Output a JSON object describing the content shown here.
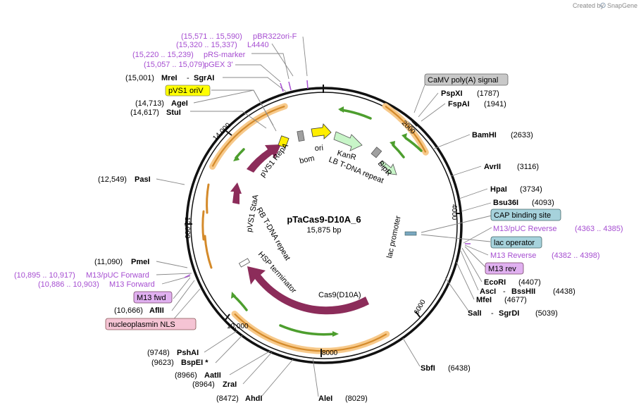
{
  "credit": {
    "text": "Created by",
    "brand": "SnapGene"
  },
  "plasmid": {
    "name": "pTaCas9-D10A_6",
    "length": "15,875 bp"
  },
  "ticks": [
    "2000",
    "4000",
    "6000",
    "8000",
    "10,000",
    "12,000",
    "14,000"
  ],
  "feature_labels": {
    "repA": "pVS1 RepA",
    "bom": "bom",
    "ori": "ori",
    "kanr": "KanR",
    "lb": "LB T-DNA repeat",
    "bipr": "BipR",
    "lac_promoter": "lac promoter",
    "cas9": "Cas9(D10A)",
    "hsp": "HSP terminator",
    "rb": "RB T-DNA repeat",
    "stas": "pVS1 StaA"
  },
  "right_labels": {
    "camv": "CaMV poly(A) signal",
    "pspxi_name": "PspXI",
    "pspxi_pos": "(1787)",
    "fspai_name": "FspAI",
    "fspai_pos": "(1941)",
    "bamhi_name": "BamHI",
    "bamhi_pos": "(2633)",
    "avrii_name": "AvrII",
    "avrii_pos": "(3116)",
    "hpai_name": "HpaI",
    "hpai_pos": "(3734)",
    "bsu36i_name": "Bsu36I",
    "bsu36i_pos": "(4093)",
    "cap": "CAP binding site",
    "m13puc_rev_name": "M13/pUC Reverse",
    "m13puc_rev_pos": "(4363 .. 4385)",
    "lac_op": "lac operator",
    "m13_rev_name": "M13 Reverse",
    "m13_rev_pos": "(4382 .. 4398)",
    "m13rev": "M13 rev",
    "ecori_name": "EcoRI",
    "ecori_pos": "(4407)",
    "asci_name": "AscI",
    "dash1": "-",
    "bsshii_name": "BssHII",
    "asci_pos": "(4438)",
    "mfei_name": "MfeI",
    "mfei_pos": "(4677)",
    "sali_name": "SalI",
    "dash2": "-",
    "sgrdi_name": "SgrDI",
    "sali_pos": "(5039)",
    "sbfi_name": "SbfI",
    "sbfi_pos": "(6438)"
  },
  "bottom_labels": {
    "alei_name": "AleI",
    "alei_pos": "(8029)",
    "ahdi_name": "AhdI",
    "ahdi_pos": "(8472)",
    "zrai_name": "ZraI",
    "zrai_pos": "(8964)",
    "aatii_name": "AatII",
    "aatii_pos": "(8966)",
    "bspei_name": "BspEI *",
    "bspei_pos": "(9623)",
    "pshai_name": "PshAI",
    "pshai_pos": "(9748)"
  },
  "left_labels": {
    "nls": "nucleoplasmin NLS",
    "aflii_name": "AflII",
    "aflii_pos": "(10,666)",
    "m13fwd": "M13 fwd",
    "m13_fwd_name": "M13 Forward",
    "m13_fwd_pos": "(10,886 .. 10,903)",
    "m13puc_fwd_name": "M13/pUC Forward",
    "m13puc_fwd_pos": "(10,895 .. 10,917)",
    "pmei_name": "PmeI",
    "pmei_pos": "(11,090)",
    "pasi_name": "PasI",
    "pasi_pos": "(12,549)",
    "stui_name": "StuI",
    "stui_pos": "(14,617)",
    "agei_name": "AgeI",
    "agei_pos": "(14,713)",
    "pvs1_oriv": "pVS1 oriV",
    "mrei_name": "MreI",
    "dash3": "-",
    "sgrai_name": "SgrAI",
    "mrei_pos": "(15,001)",
    "pgex_name": "pGEX 3'",
    "pgex_pos": "(15,057 .. 15,079)",
    "prs_name": "pRS-marker",
    "prs_pos": "(15,220 .. 15,239)",
    "l4440_name": "L4440",
    "l4440_pos": "(15,320 .. 15,337)",
    "pbr_name": "pBR322ori-F",
    "pbr_pos": "(15,571 .. 15,590)"
  },
  "colors": {
    "backbone": "#111111",
    "feature_maroon": "#8c2c5a",
    "green_arrow": "#4d9e2e",
    "orange_band": "#f7c98a",
    "orange_arrow": "#d48a2a",
    "yellow": "#ffee00",
    "light_green": "#c8f5c8",
    "gray_feature": "#a0a0a0",
    "primer_purple": "#a64ed1",
    "box_gray": "#c8c8c8",
    "box_teal": "#a6d2dc",
    "box_purple": "#e0b0f0",
    "box_yellow": "#ffff00",
    "box_pink": "#f5c4d4"
  }
}
